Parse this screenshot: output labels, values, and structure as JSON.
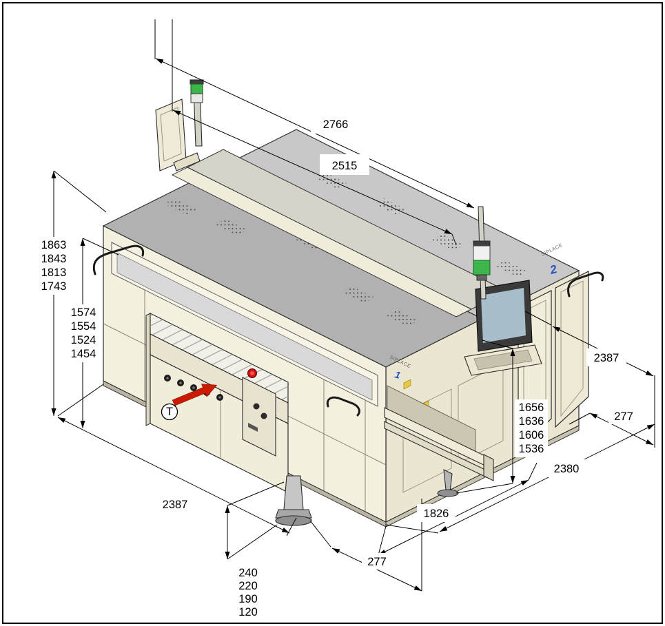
{
  "machine": {
    "brand": "SIPLACE",
    "station_left": "1",
    "station_right": "2",
    "transport_marker": "T"
  },
  "dimensions": {
    "length_outer": "2766",
    "length_inner": "2515",
    "height_left": [
      "1863",
      "1843",
      "1813",
      "1743"
    ],
    "height_left_inner": [
      "1574",
      "1554",
      "1524",
      "1454"
    ],
    "height_right": [
      "1656",
      "1636",
      "1606",
      "1536"
    ],
    "width_right": "2387",
    "offset_right": "277",
    "depth_right": "2380",
    "depth_inner": "1826",
    "width_front": "2387",
    "offset_front": "277",
    "foot_height": [
      "240",
      "220",
      "190",
      "120"
    ]
  }
}
